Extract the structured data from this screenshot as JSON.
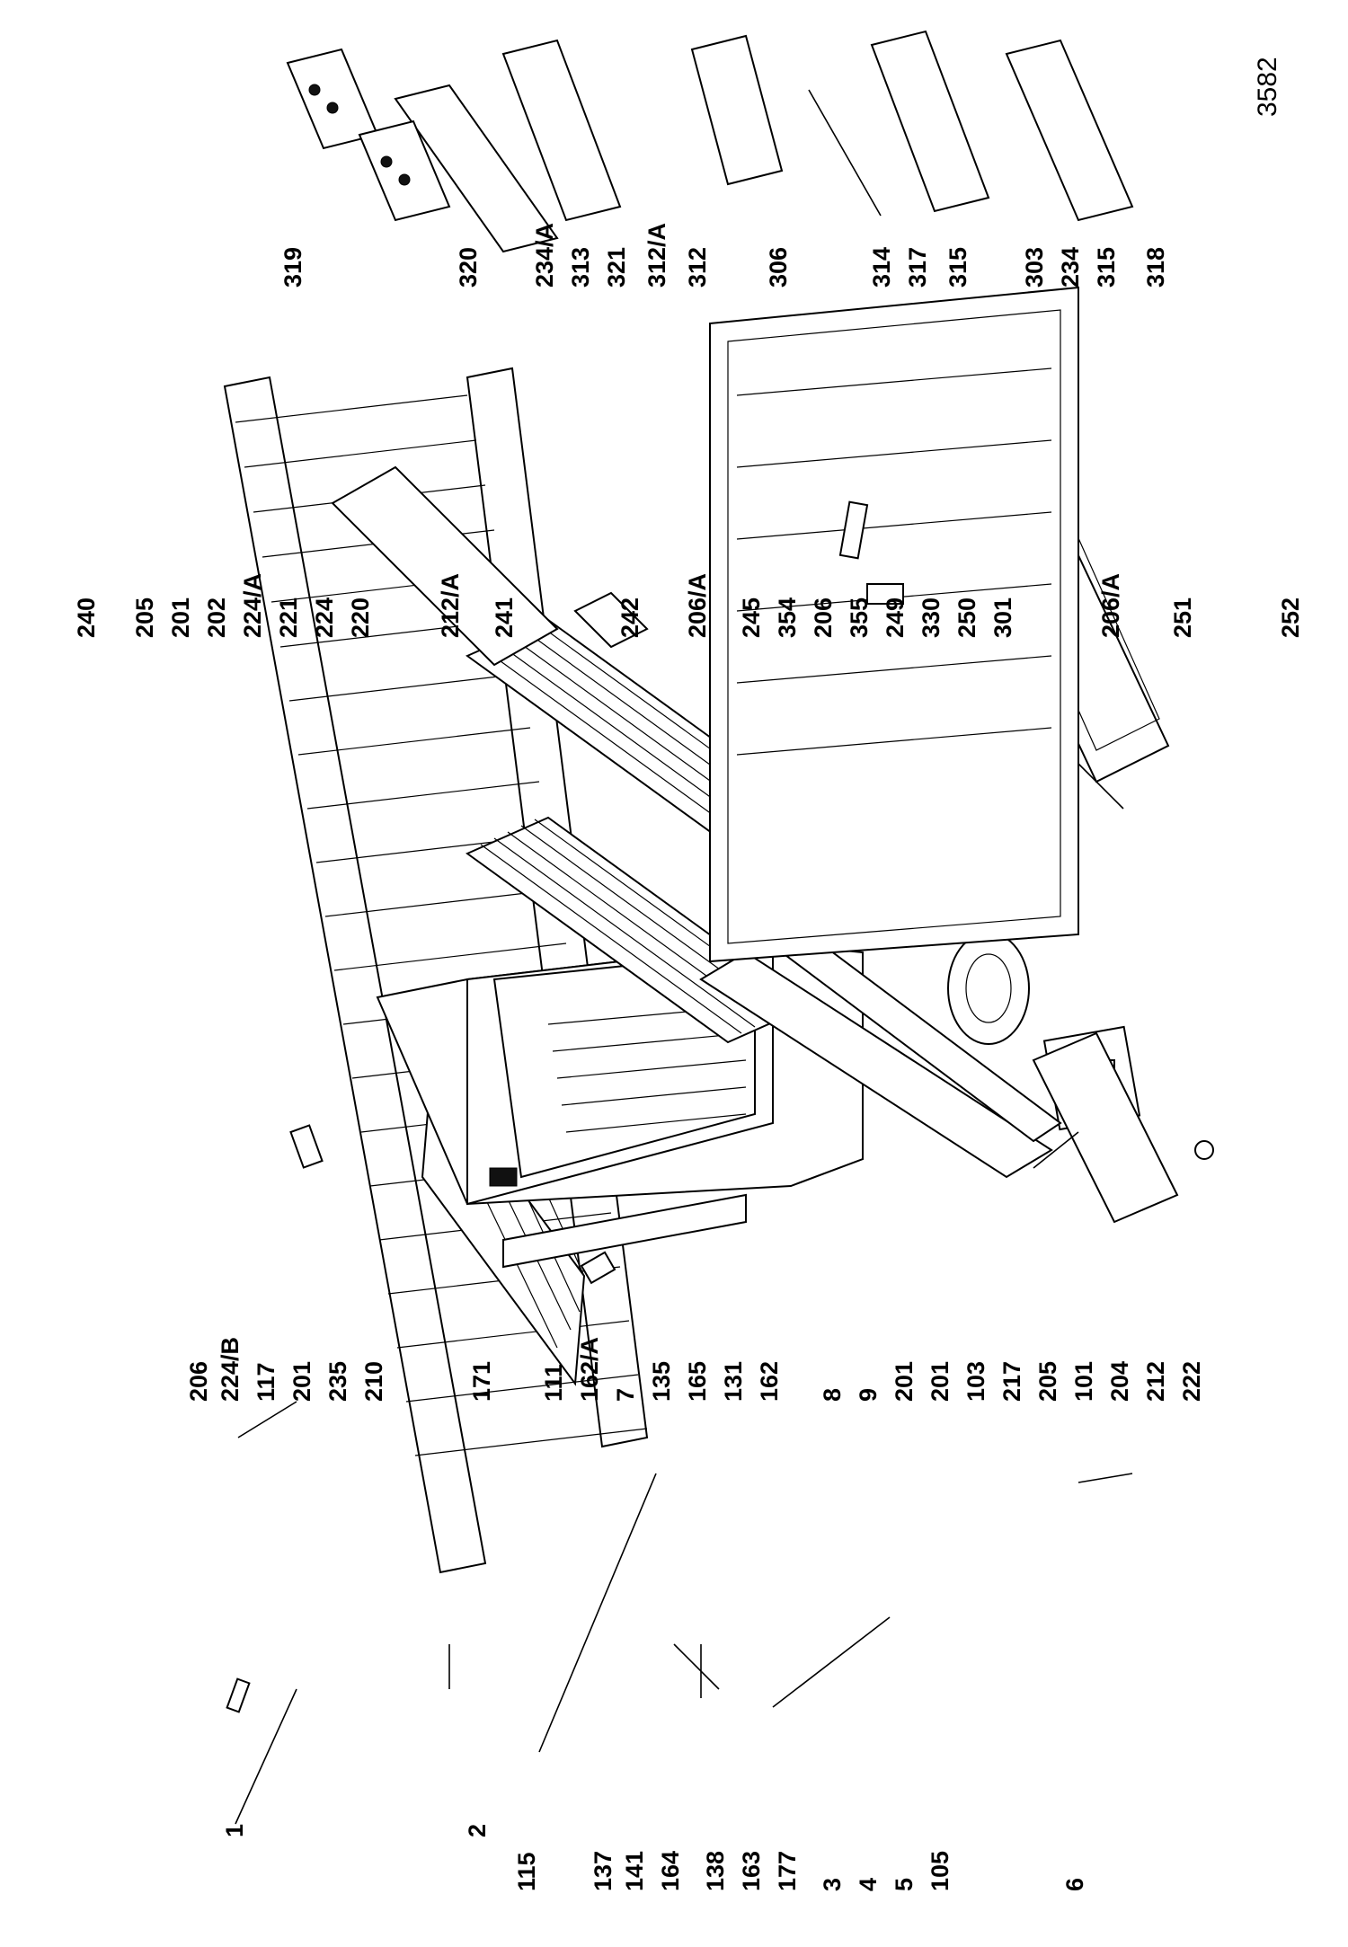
{
  "document_number": "3582",
  "callouts": {
    "left_group": [
      "1",
      "2",
      "115",
      "137",
      "141",
      "164",
      "138",
      "163",
      "177",
      "3",
      "4",
      "5",
      "105",
      "6"
    ],
    "middle_group": [
      "206",
      "224/B",
      "117",
      "201",
      "235",
      "210",
      "171",
      "111",
      "162/A",
      "7",
      "135",
      "165",
      "131",
      "162",
      "8",
      "9",
      "201",
      "201",
      "103",
      "217",
      "205",
      "101",
      "204",
      "212",
      "222"
    ],
    "shelves_group": [
      "240",
      "205",
      "201",
      "202",
      "224/A",
      "221",
      "224",
      "220",
      "212/A",
      "241",
      "242",
      "206/A",
      "245",
      "354",
      "206",
      "355",
      "249",
      "330",
      "250",
      "301",
      "206/A",
      "251",
      "252"
    ],
    "door_group": [
      "319",
      "320",
      "234/A",
      "313",
      "321",
      "312/A",
      "312",
      "306",
      "314",
      "317",
      "315",
      "303",
      "234",
      "315",
      "318"
    ]
  },
  "icons": [
    "cabinet-drawing",
    "door-drawing",
    "condenser-coil-drawing",
    "evaporator-drawing",
    "compressor-drawing",
    "crisper-drawing",
    "wire-shelf-drawing",
    "door-bin-drawing",
    "egg-tray-drawing"
  ]
}
